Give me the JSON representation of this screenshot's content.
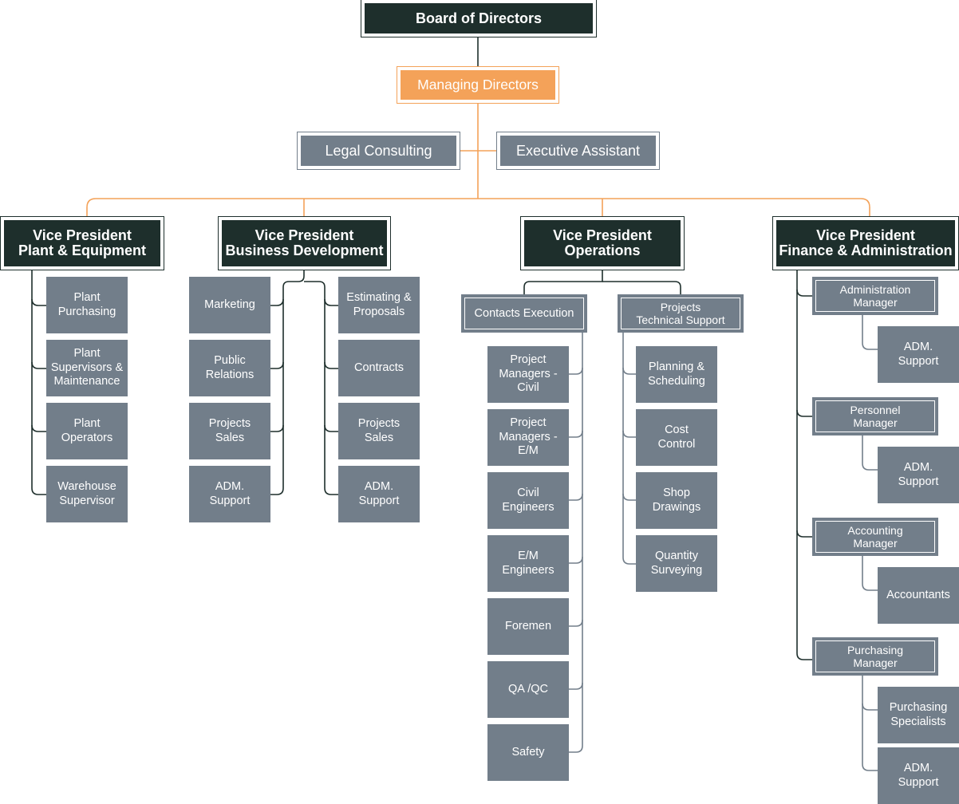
{
  "colors": {
    "dark": "#1e2f2c",
    "accent": "#f4a259",
    "gray": "#727e8a"
  },
  "top": {
    "board": "Board of Directors",
    "managing": "Managing Directors",
    "legal": "Legal Consulting",
    "assistant": "Executive Assistant"
  },
  "vp": {
    "plant": "Vice President\nPlant & Equipment",
    "bizdev": "Vice President\nBusiness Development",
    "ops": "Vice President\nOperations",
    "finance": "Vice President\nFinance & Administration"
  },
  "plant": [
    "Plant\nPurchasing",
    "Plant\nSupervisors &\nMaintenance",
    "Plant\nOperators",
    "Warehouse\nSupervisor"
  ],
  "bizdev_left": [
    "Marketing",
    "Public\nRelations",
    "Projects\nSales",
    "ADM.\nSupport"
  ],
  "bizdev_right": [
    "Estimating &\nProposals",
    "Contracts",
    "Projects\nSales",
    "ADM.\nSupport"
  ],
  "ops": {
    "contacts": "Contacts Execution",
    "techsupport": "Projects\nTechnical Support",
    "contacts_items": [
      "Project\nManagers -\nCivil",
      "Project\nManagers -\nE/M",
      "Civil\nEngineers",
      "E/M\nEngineers",
      "Foremen",
      "QA /QC",
      "Safety"
    ],
    "tech_items": [
      "Planning &\nScheduling",
      "Cost\nControl",
      "Shop\nDrawings",
      "Quantity\nSurveying"
    ]
  },
  "finance": {
    "admin_mgr": "Administration\nManager",
    "admin_items": [
      "ADM.\nSupport"
    ],
    "personnel_mgr": "Personnel\nManager",
    "personnel_items": [
      "ADM.\nSupport"
    ],
    "accounting_mgr": "Accounting\nManager",
    "accounting_items": [
      "Accountants"
    ],
    "purchasing_mgr": "Purchasing\nManager",
    "purchasing_items": [
      "Purchasing\nSpecialists",
      "ADM.\nSupport"
    ]
  }
}
